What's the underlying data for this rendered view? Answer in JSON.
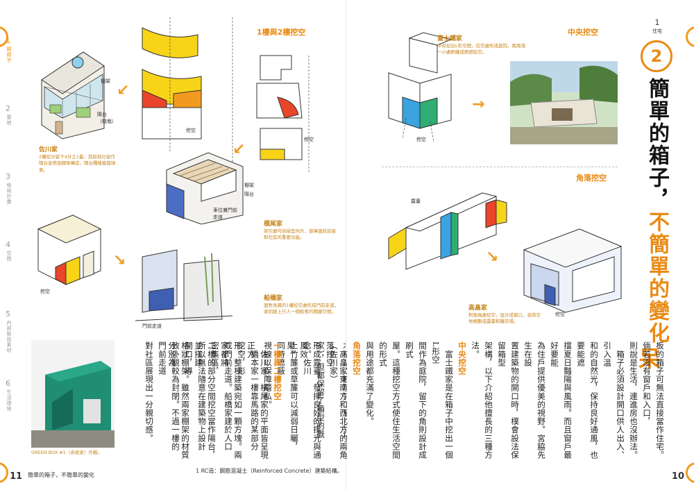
{
  "left_page": {
    "tabs": [
      {
        "num": "1",
        "label": "關鍵字",
        "active": true
      },
      {
        "num": "2",
        "label": "基地",
        "active": false
      },
      {
        "num": "3",
        "label": "格局計畫",
        "active": false
      },
      {
        "num": "4",
        "label": "空間",
        "active": false
      },
      {
        "num": "5",
        "label": "內部裝設素材",
        "active": false
      },
      {
        "num": "6",
        "label": "生活環境",
        "active": false
      }
    ],
    "floor_header": "1樓與2樓挖空",
    "sakawa": {
      "labels": {
        "frame": "棚架",
        "terrace": "陽台\n（植栽）"
      },
      "title": "佐川家",
      "text": "2樓挖分留下4分之1量，其餘部分留作陽台並搭設棚架構造，陽台種植植栽綠意。"
    },
    "yokoo": {
      "labels": {
        "frame": "棚架",
        "terrace": "陽台",
        "entry": "車位兼門前\n走道",
        "hollow": "挖空"
      },
      "title": "橫尾家",
      "text": "將空處可街接室內外，發揮連結房屋和社區的重要功能。"
    },
    "funabashi": {
      "labels": {
        "hollow": "挖空",
        "entry": "門前走道"
      },
      "title": "船橋家",
      "text": "面對馬路的1樓挖空處形成門前走道，達到路上行人一個飲煮的關鍵空間。"
    },
    "photo_caption": "GREEN BOX #1（赤阪家）外觀。",
    "body": [
      "木構造（橫尾家）和RC造¹（佐川家）",
      "家），但都保留了箱型的概念。佐川",
      "上竹簾或草簾可以減弱日曬，同時遮蔽",
      "視線以保障隱私。",
      "　橋本家一樓靠馬路的某部分挖空，形",
      "成門前走道。船橋家建於人口密集區，",
      "所以無法隨意在建築物上設計開口，導",
      "致外觀較為封閉。不過一樓的門前走道",
      "對社區展現出一分親切感。"
    ],
    "footnote": "1 RC造：鋼筋混凝土（Reinforced Concrete）建築結構。",
    "footer_title": "簡單的箱子，不簡單的變化",
    "page_number": "11"
  },
  "right_page": {
    "chapter": {
      "num": "1",
      "label": "住宅"
    },
    "circle_num": "2",
    "title_black": "簡單的箱子，",
    "title_orange": "不簡單的變化",
    "center": {
      "header": "中央挖空",
      "title": "富士鐵家",
      "text": "中央挖出L形空間，挖空處形成庭院，兩角落一小處刷纏成刷間挖空。",
      "hollow_label": "挖空"
    },
    "corner": {
      "header": "角落挖空",
      "title": "高畠家",
      "text": "對角兩處挖空，設計成窗口，並將空地規劃成露臺和曬衣場。",
      "terrace_label": "露臺",
      "hollow_label": "挖空"
    },
    "big_char": "呆",
    "body_paragraphs": [
      "板的箱子可無法直接當作住宅。倘若沒有窗戶和入口，",
      "則說是生活，連進房也沒辦法。",
      "　箱子必須設計開口供人出入、引入溫",
      "和的自然光，保持良好通風，也要能遮",
      "擋夏日豔陽與風雨。而且窗戶最好要能",
      "為住戶提供優美的視野。宮脇先生在設",
      "置建築物的開口時，樸會設法保留箱型",
      "架構，以下介紹他擅長的三種方法。"
    ],
    "sections": [
      {
        "head": "中央挖空",
        "lines": [
          "　富士鐵家是在箱子中挖出一個L形空",
          "間作為庭院，留下的角則設計成刷式",
          "屋。這種挖空方式使住生活空間的形式",
          "與用途都充滿了變化。"
        ]
      },
      {
        "head": "角落挖空",
        "lines": [
          "　高畠家東南方和西北方的兩角落挖空",
          "形成露臺，發揮良好的採光與通風效",
          "果。"
        ]
      },
      {
        "head": "一樓與二樓挖空",
        "lines": [
          "　佐川家、橫尾家的平面皆呈現正方",
          "形。整棟建築宛如一顆方塊。兩家都將",
          "二樓的部分空間挖空當作陽台，並搭建",
          "格狀棚架。雖然兩家棚架的材質分別為"
        ]
      }
    ],
    "page_number": "10"
  },
  "colors": {
    "accent": "#e98a14",
    "yellow": "#f7d417",
    "red": "#e8452a",
    "blue": "#3aa3e0",
    "green": "#2fae73",
    "cyan": "#34b8c9"
  }
}
